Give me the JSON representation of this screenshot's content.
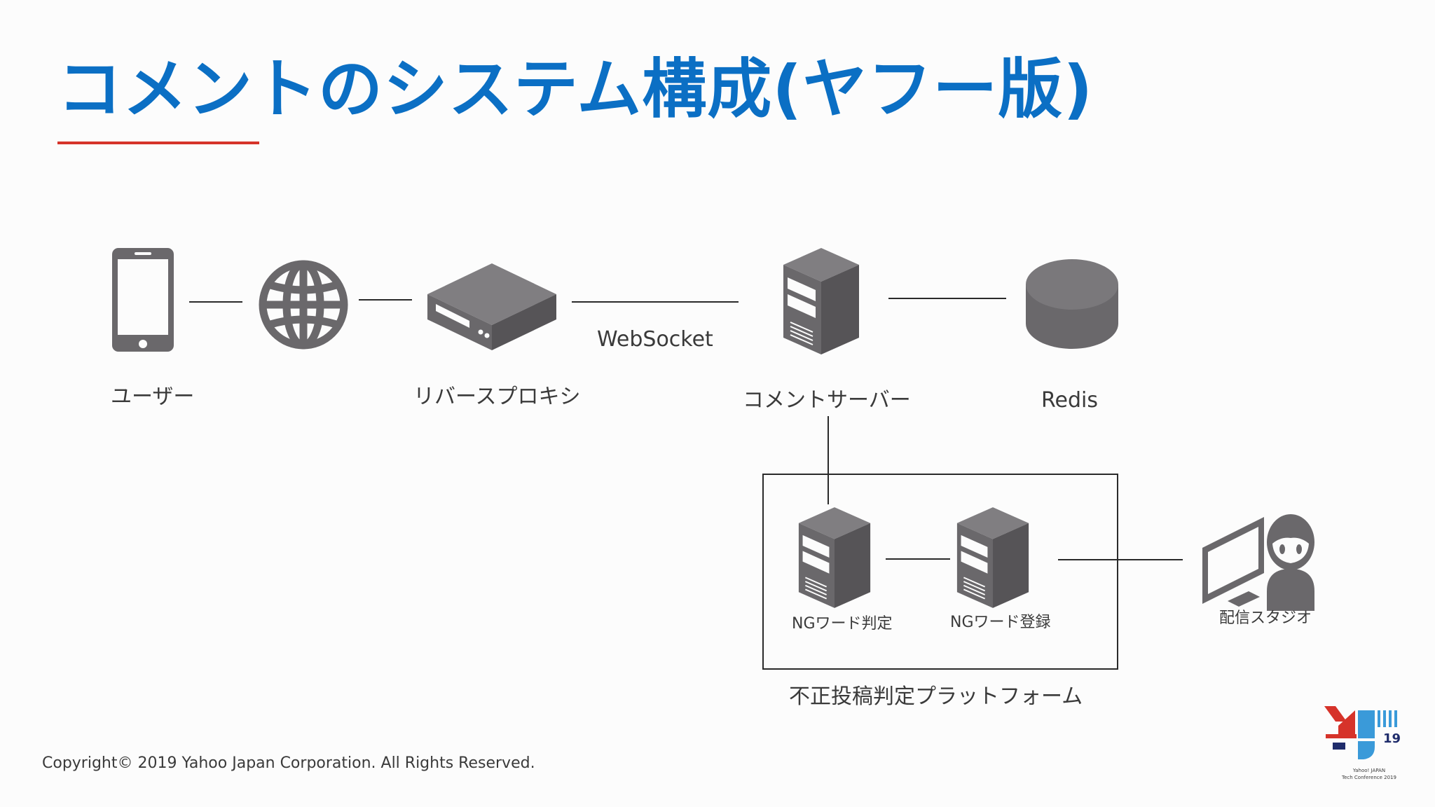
{
  "slide": {
    "title": "コメントのシステム構成(ヤフー版)",
    "copyright": "Copyright©︎ 2019  Yahoo Japan Corporation. All Rights Reserved."
  },
  "diagram": {
    "nodes": {
      "user": "ユーザー",
      "reverse_proxy": "リバースプロキシ",
      "comment_server": "コメントサーバー",
      "redis": "Redis",
      "ng_judge": "NGワード判定",
      "ng_register": "NGワード登録",
      "studio": "配信スタジオ"
    },
    "edge_labels": {
      "websocket": "WebSocket"
    },
    "group_label": "不正投稿判定プラットフォーム"
  },
  "logo": {
    "mark": "19",
    "line1": "Yahoo! JAPAN",
    "line2": "Tech Conference 2019"
  },
  "colors": {
    "title": "#0b6fc4",
    "accent": "#d6332a",
    "icon": "#6a686b"
  }
}
